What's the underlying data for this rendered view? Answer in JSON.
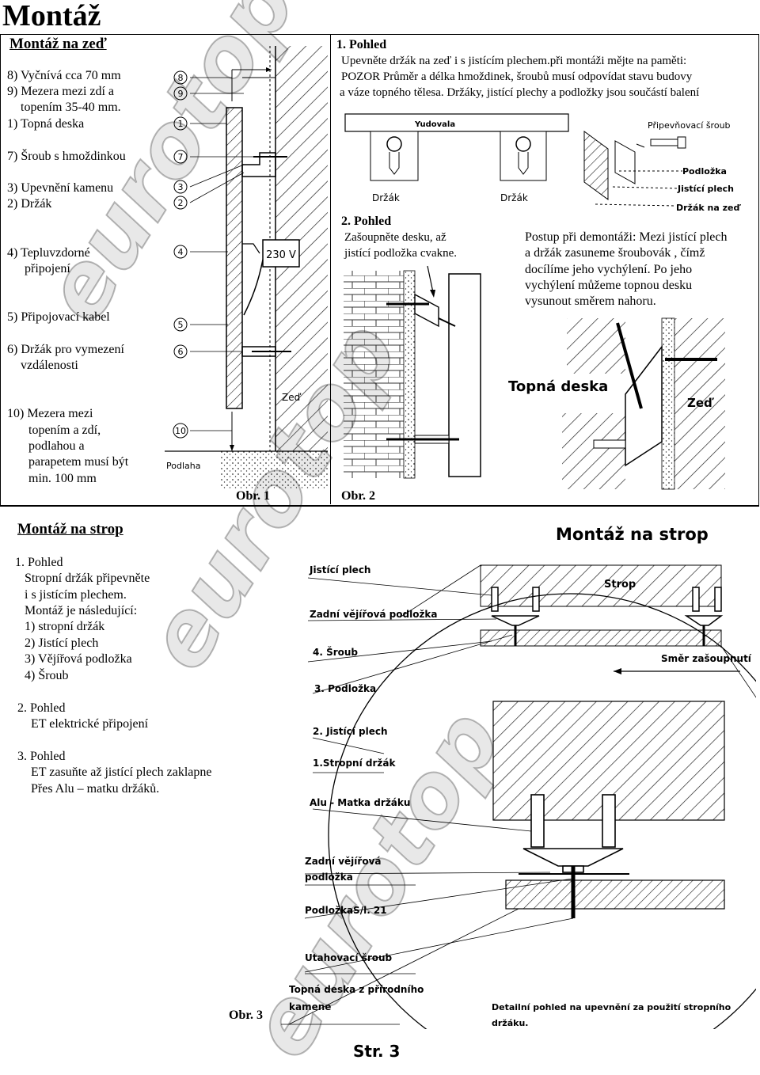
{
  "page": {
    "title": "Montáž",
    "page_number": "Str. 3",
    "watermark": "eurotop"
  },
  "wall": {
    "heading": "Montáž na zeď",
    "legend": [
      "8) Vyčnívá cca 70 mm",
      "9) Mezera mezi zdí a",
      "topením 35-40 mm.",
      "1) Topná deska",
      "7) Šroub s hmoždinkou",
      "3) Upevnění kamenu",
      "2) Držák",
      "4) Tepluvzdorné",
      "připojení",
      "5) Připojovací kabel",
      "6) Držák pro vymezení",
      "vzdálenosti",
      "10) Mezera mezi",
      "topením a zdí,",
      "podlahou a",
      "parapetem musí být",
      "min. 100 mm"
    ],
    "fig1": {
      "caption": "Obr. 1",
      "callouts": [
        "8",
        "9",
        "1",
        "7",
        "3",
        "2",
        "4",
        "5",
        "6",
        "10"
      ],
      "voltage": "230 V",
      "wall_label": "Zeď",
      "floor_label": "Podlaha"
    },
    "view1": {
      "title": "1. Pohled",
      "lines": [
        "Upevněte držák na zeď i s jistícím plechem.při montáži mějte na paměti:",
        "POZOR Průměr a délka hmoždinek, šroubů musí odpovídat stavu budovy",
        "a váze topného tělesa. Držáky, jistící plechy a podložky jsou součástí balení"
      ],
      "diagram": {
        "bar_label": "Yudovala",
        "bracket_label_1": "Držák",
        "bracket_label_2": "Držák",
        "screw_label": "Připevňovací šroub",
        "washer_label": "Podložka",
        "plate_label": "Jistící plech",
        "wall_bracket_label": "Držák na zeď"
      }
    },
    "view2": {
      "title": "2. Pohled",
      "lines": [
        "Zašoupněte desku, až",
        "jistící podložka cvakne."
      ],
      "caption": "Obr. 2"
    },
    "dismantle": {
      "lines": [
        "Postup při demontáži: Mezi jistící plech",
        "a držák zasuneme šroubovák , čímž",
        "docílíme jeho vychýlení. Po jeho",
        "vychýlení můžeme topnou desku",
        "vysunout směrem nahoru."
      ],
      "panel_label": "Topná deska",
      "wall_label": "Zeď"
    }
  },
  "ceiling": {
    "heading": "Montáž na strop",
    "steps": [
      "1. Pohled",
      "Stropní držák připevněte",
      "i s jistícím plechem.",
      "Montáž je následující:",
      "1) stropní držák",
      "2) Jistící plech",
      "3) Vějířová podložka",
      "4) Šroub",
      "2. Pohled",
      "ET elektrické připojení",
      "3. Pohled",
      "ET zasuňte až jistící plech zaklapne",
      "Přes Alu – matku držáků."
    ],
    "diagram_title": "Montáž na strop",
    "diagram_labels": [
      "Jistící plech",
      "Zadní vějířová podložka",
      "4. Šroub",
      "3. Podložka",
      "2. Jistící plech",
      "1.Stropní držák",
      "Alu - Matka držáku",
      "Zadní vějířová",
      "podložka",
      "PodložkaS/l. 21",
      "Utahovací šroub",
      "Topná deska z přírodního",
      "kamene"
    ],
    "ceiling_label": "Strop",
    "direction_label": "Směr zašoupnutí",
    "detail_note": [
      "Detailní pohled na upevnění za použití stropního",
      "držáku."
    ],
    "caption": "Obr. 3"
  }
}
